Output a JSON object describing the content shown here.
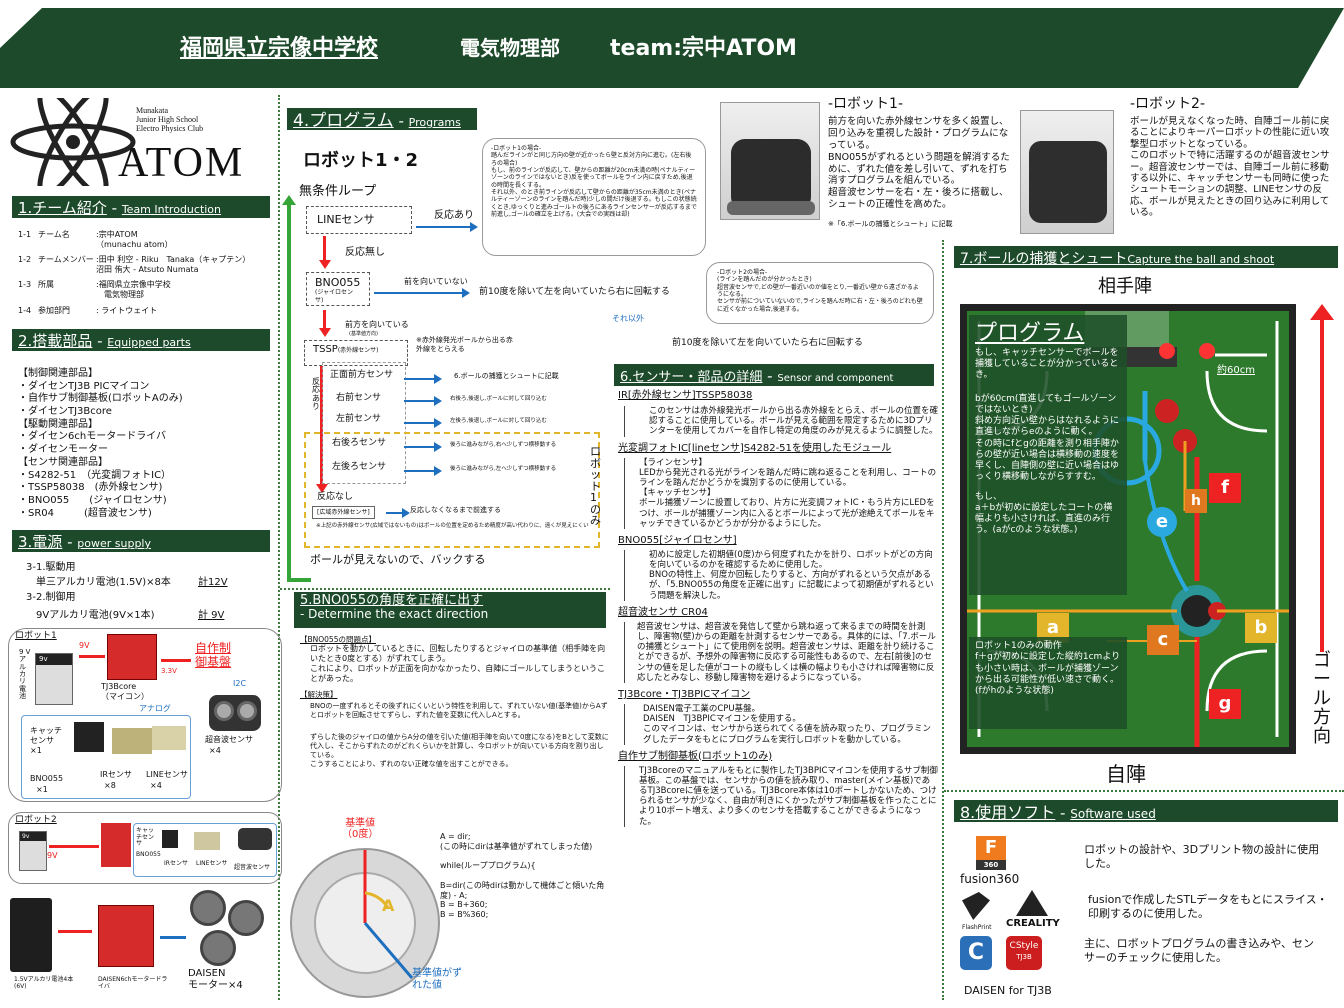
{
  "header": {
    "school": "福岡県立宗像中学校",
    "club": "電気物理部",
    "team": "team:宗中ATOM"
  },
  "logo": {
    "text1": "Munakata",
    "text2": "Junior High School",
    "text3": "Electro Physics Club",
    "main": "ATOM"
  },
  "s1": {
    "title": "1.チーム紹介",
    "en": "Team Introduction",
    "r1a": "1-1",
    "r1b": "チーム名",
    "r1c": ":宗中ATOM",
    "r1d": "（munachu atom）",
    "r2a": "1-2",
    "r2b": "チームメンバー",
    "r2c": ":田中 利空 - Riku　Tanaka（キャプテン）",
    "r2d": "沼田 侑大 - Atsuto Numata",
    "r3a": "1-3",
    "r3b": "所属",
    "r3c": ":福岡県立宗像中学校",
    "r3d": "電気物理部",
    "r4a": "1-4",
    "r4b": "参加部門",
    "r4c": ": ライトウェイト"
  },
  "s2": {
    "title": "2.搭載部品",
    "en": "Equipped parts",
    "lines": [
      "【制御関連部品】",
      "・ダイセンTJ3B PICマイコン",
      "・自作サブ制御基板(ロボットAのみ)",
      "・ダイセンTJ3Bcore",
      "【駆動関連部品】",
      "・ダイセン6chモータードライバ",
      "・ダイセンモーター",
      "【センサ関連部品】",
      "・S4282-51　（光変調フォトIC）",
      "・TSSP58038　(赤外線センサ)",
      "・BNO055　　(ジャイロセンサ)",
      "・SR04　　　(超音波センサ)"
    ]
  },
  "s3": {
    "title": "3.電源",
    "en": "power supply",
    "a": "3-1.駆動用",
    "b": "単三アルカリ電池(1.5V)×8本",
    "bv": "計12V",
    "c": "3-2.制御用",
    "d": "9Vアルカリ電池(9V×1本)",
    "dv": "計  9V",
    "robot1": "ロボット1",
    "v9": "9V",
    "v33": "3.3V",
    "battery": "9 V ア ル カ リ 電 池",
    "bat9v": "9v",
    "tj3": "TJ3Bcore",
    "tj3b": "（マイコン）",
    "self1": "自作制",
    "self2": "御基盤",
    "i2c": "I2C",
    "analog": "アナログ",
    "us": "超音波センサ",
    "usn": "×4",
    "catch": "キャッチセンサ",
    "catchn": "×1",
    "bno": "BNO055",
    "bnon": "×1",
    "ir": "IRセンサ",
    "irn": "×8",
    "line": "LINEセンサ",
    "linen": "×4",
    "robot2": "ロボット2",
    "r2v": "9V",
    "bat15": "1.5Vアルカリ電池4本(6V)",
    "ddrv": "DAISEN6chモータードライバ",
    "dm1": "DAISEN",
    "dm2": "モーター×4"
  },
  "s4": {
    "title": "4.プログラム",
    "en": "Programs",
    "robot": "ロボット1・2",
    "loop": "無条件ループ",
    "linesensor": "LINEセンサ",
    "react": "反応あり",
    "noreact": "反応無し",
    "bno": "BNO055",
    "bnosub": "(ジャイロセンサ)",
    "notfront": "前を向いていない",
    "turn": "前10度を除いて左を向いていたら右に回転する",
    "front": "前方を向いている",
    "frontsub": "(基準値方向)",
    "tssp": "TSSP",
    "tsspsub": "(赤外線センサ)",
    "ball": "※赤外線発光ボールから出る赤外線をとらえる",
    "react2": "反応あり",
    "s_fr": "正面前方センサ",
    "s_r": "右前センサ",
    "s_l": "左前センサ",
    "s_rb": "右後ろセンサ",
    "s_lb": "左後ろセンサ",
    "a7": "6.ボールの捕獲とシュートに記載",
    "a_r": "右後ろ,後退し,ボールに対して回り込む",
    "a_l": "左後ろ,後退し,ボールに対して回り込む",
    "a_rb": "後ろに進みながら,右へ少しずつ横移動する",
    "a_lb": "後ろに進みながら,左へ少しずつ横移動する",
    "react3": "反応あり",
    "r1only": "ロボット1のみ",
    "noreact2": "反応なし",
    "wide": "[広域赤外線センサ]",
    "wide2": "反応しなくなるまで前進する",
    "note": "※上記の赤外線センサ(広域ではないもの)はボールの位置を定めるため精度が高い代わりに、遠くが見えにくい",
    "back": "ボールが見えないので、バックする",
    "b1": "-ロボット1の場合-\n踏んだラインがと同じ方向の壁が近かったら壁と反対方向に進む。(左右後ろの場合)\nもし、前のラインが反応して、壁からの距離が20cm未満の時(ペナルティーゾーンのラインではないとき)反を使ってボールをライン内に戻すため,後退の時間を長くする。\nそれ以外、のとき前ラインが反応して壁からの距離が35cm未満のとき(ペナルティーゾーンのラインを踏んだ時)少しの間だけ後退する。もしこの状態続くとき,ゆっくりと進みゴールトの後ろにあるラインセンサーが反応するまで前進し,ゴールの確立を上げる。(大会での実践は却)",
    "b2": "-ロボット2の場合-\n(ラインを踏んだのが分かったとき)\n超音波センサで,どの壁が一番近いのか値をとり,一番近い壁から遠ざかるようになる。\nセンサが前についていないので,ラインを踏んだ時に右・左・後ろのどれも壁に近くなかった場合,後退する。",
    "else": "それ以外",
    "turn2": "前10度を除いて左を向いていたら右に回転する"
  },
  "s5": {
    "title": "5.BNO055の角度を正確に出す",
    "en": "- Determine the exact direction",
    "h1": "【BNO055の問題点】",
    "p1": "ロボットを動かしているときに、回転したりするとジャイロの基準値（相手陣を向いたとき0度とする）がずれてしまう。\nこれにより、ロボットが正面を向かなかったり、自陣にゴールしてしまうということがあった。",
    "h2": "【解決策】",
    "p2": "BNOの一度ずれるとその後ずれにくいという特性を利用して、ずれていない値(基準値)からAずとロボットを回転させてずらし、ずれた値を変数に代入しAとする。",
    "p3": "ずらした後のジャイロの値からA分の値を引いた値(相手陣を向いて0度になる)をBとして変数に代入し、そこからずれたのがどれくらいかを計算し、今ロボットが向いている方向を割り出している。\nこうすることにより、ずれのない正確な値を出すことができる。",
    "ref": "基準値",
    "ref0": "（0度）",
    "angleA": "A",
    "code": "A = dir;\n(この時にdirは基準値がずれてしまった値)\n\nwhile(ループプログラム){\n\nB=dir(この時dirは動かして機体ごと傾いた角度) - A;\nB = B+360;\nB = B%360;",
    "shift": "基準値がず",
    "shift2": "れた値"
  },
  "s6": {
    "title": "6.センサー・部品の詳細",
    "en": "Sensor and component details",
    "h1": "IR[赤外線センサ]TSSP58038",
    "p1": "このセンサは赤外線発光ボールから出る赤外線をとらえ、ボールの位置を確認することに使用している。ボールが見える範囲を限定するために3Dプリンターを使用してカバーを自作し特定の角度のみが見えるように調整した。",
    "h2": "光変調フォトIC[lineセンサ]S4282-51を使用したモジュール",
    "p2": "【ラインセンサ】\nLEDから発光される光がラインを踏んだ時に跳ね返ることを利用し、コートのラインを踏んだかどうかを識別するのに使用している。\n【キャッチセンサ】\nボール捕獲ゾーンに設置しており、片方に光変調フォトIC・もう片方にLEDをつけ、ボールが捕獲ゾーン内に入るとボールによって光が途絶えてボールをキャッチできているかどうかが分かるようにした。",
    "h3": "BNO055[ジャイロセンサ]",
    "p3": "初めに設定した初期値(0度)から何度ずれたかを計り、ロボットがどの方向を向いているのかを確認するために使用した。\nBNOの特性上、何度か回転したりすると、方向がずれるという欠点があるが、「5.BNO055の角度を正確に出す」に記載によって初期値がずれるという問題を解決した。",
    "h4": "超音波センサ  CR04",
    "p4": "超音波センサは、超音波を発信して壁から跳ね返って来るまでの時間を計測し、障害物(壁)からの距離を計測するセンサーである。具体的には、「7.ボールの捕獲とシュート」にて使用例を説明。超音波センサは、距離を計り続けることができるが、予想外の障害物に反応する可能性もあるので、左右[前後]のセンサの値を足した値がコートの縦もしくは横の幅よりも小さければ障害物に反応したとみなし、移動し障害物を避けるようになっている。",
    "h5": "TJ3Bcore・TJ3BPICマイコン",
    "p5": "DAISEN電子工業のCPU基盤。\nDAISEN　TJ3BPICマイコンを使用する。\nこのマイコンは、センサから送られてくる値を読み取ったり、プログラミングしたデータをもとにプログラムを実行しロボットを動かしている。",
    "h6": "自作サブ制御基板(ロボット1のみ)",
    "p6": "TJ3Bcoreのマニュアルをもとに製作したTJ3BPICマイコンを使用するサブ制御基板。この基盤では、センサからの値を読み取り、master(メイン基板)であるTJ3Bcoreに値を送っている。TJ3Bcore本体は10ポートしかないため、つけられるセンサが少なく、自由が利きにくかったがサブ制御基板を作ったことにより10ポート増え、より多くのセンサを搭載することができるようになった。"
  },
  "robot1": {
    "title": "-ロボット1-",
    "text": "前方を向いた赤外線センサを多く設置し、回り込みを重視した設計・プログラムになっている。\nBNO055がずれるという問題を解消するために、ずれた値を差し引いて、ずれを打ち消すプログラムを組んでいる。\n超音波センサーを右・左・後ろに搭載し、シュートの正確性を高めた。",
    "note": "※「6.ボールの捕獲とシュート」に記載"
  },
  "robot2": {
    "title": "-ロボット2-",
    "text": "ボールが見えなくなった時、自陣ゴール前に戻ることによりキーパーロボットの性能に近い攻撃型ロボットとなっている。\nこのロボットで特に活躍するのが超音波センサー。超音波センサーでは、自陣ゴール前に移動する以外に、キャッチセンサーも同時に使ったシュートモーションの調整、LINEセンサの反応、ボールが見えたときの回り込みに利用している。"
  },
  "s7": {
    "title": "7.ボールの捕獲とシュート",
    "en": "Capture the ball and shoot",
    "opp": "相手陣",
    "own": "自陣",
    "goaldir": "ゴール方向",
    "prog": "プログラム",
    "p1": "もし、キャッチセンサーでボールを捕獲していることが分かっているとき。",
    "p2": "bが60cm(直進してもゴールゾーンではないとき)\n斜め方向近い壁からはなれるように直進しながらeのように動く。\nその時にfとgの距離を測り相手陣からの壁が近い場合は横移動の速度を早くし、自陣側の壁に近い場合はゆっくり横移動しながらすすむ。",
    "p3": "もし、\na＋bが初めに設定したコートの横幅よりも小さければ、直進のみ行う。(aがcのような状態。)",
    "p4": "ロボット1のみの動作\nf＋gが初めに設定した縦約1cmよりも小さい時は、ボールが捕獲ゾーンから出る可能性が低い速さで動く。(fがhのような状態)",
    "cm": "約60cm",
    "la": "a",
    "lb": "b",
    "lc": "c",
    "le": "e",
    "lf": "f",
    "lg": "g",
    "lh": "h"
  },
  "s8": {
    "title": "8.使用ソフト",
    "en": "Software used",
    "fusion": "fusion360",
    "fusiontext": "ロボットの設計や、3Dプリント物の設計に使用した。",
    "flash": "FlashPrint",
    "creality": "CREALITY",
    "cura": "fusionで作成したSTLデータをもとにスライス・印刷するのに使用した。",
    "daisen": "DAISEN for TJ3B",
    "daisentext": "主に、ロボットプログラムの書き込みや、センサーのチェックに使用した。",
    "cstyle1": "CStyle",
    "cstyle2": "TJ3B",
    "fusionbadge": "360",
    "fusionletter": "F"
  },
  "colors": {
    "banner": "#1c4a2a",
    "field": "#2d7a2c",
    "arrowRed": "#e22222",
    "arrowBlue": "#1f6fc0",
    "orange": "#f0a020"
  }
}
